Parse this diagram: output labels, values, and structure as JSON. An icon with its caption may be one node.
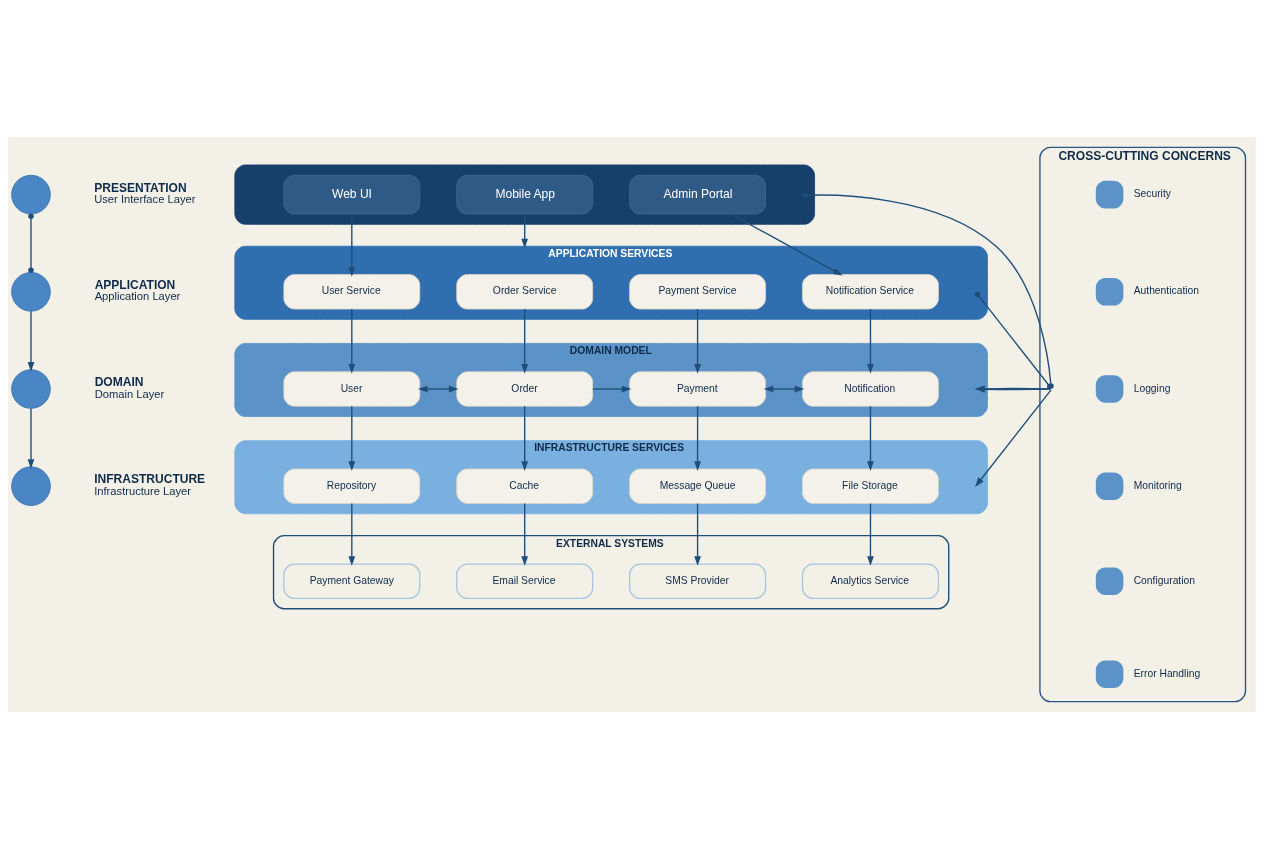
{
  "diagram": {
    "nodes": [
      {
        "text": [],
        "shape": "circle",
        "beside": [
          "PRESENTATION",
          "User Interface Layer"
        ]
      },
      {
        "text": [],
        "shape": "circle",
        "beside": [
          "APPLICATION",
          "Application Layer"
        ]
      },
      {
        "text": [],
        "shape": "circle",
        "beside": [
          "DOMAIN",
          "Domain Layer"
        ]
      },
      {
        "text": [],
        "shape": "circle",
        "beside": [
          "INFRASTRUCTURE",
          "Infrastructure Layer"
        ]
      },
      {
        "text": [],
        "shape": "box"
      },
      {
        "text": [
          "Web UI"
        ],
        "in": 4
      },
      {
        "text": [
          "Mobile App"
        ],
        "in": 4
      },
      {
        "text": [
          "Admin Portal"
        ],
        "in": 4
      },
      {
        "text": [
          "APPLICATION SERVICES"
        ]
      },
      {
        "text": [
          "User Service"
        ],
        "in": 8
      },
      {
        "text": [
          "Order Service"
        ],
        "in": 8
      },
      {
        "text": [
          "Payment Service"
        ],
        "in": 8
      },
      {
        "text": [
          "Notification Service"
        ],
        "in": 8
      },
      {
        "text": [
          "DOMAIN MODEL"
        ]
      },
      {
        "text": [
          "User"
        ],
        "in": 13
      },
      {
        "text": [
          "Order"
        ],
        "in": 13
      },
      {
        "text": [
          "Payment"
        ],
        "in": 13
      },
      {
        "text": [
          "Notification"
        ],
        "in": 13
      },
      {
        "text": [
          "INFRASTRUCTURE SERVICES"
        ]
      },
      {
        "text": [
          "Repository"
        ],
        "in": 18
      },
      {
        "text": [
          "Cache"
        ],
        "in": 18
      },
      {
        "text": [
          "Message Queue"
        ],
        "in": 18
      },
      {
        "text": [
          "File Storage"
        ],
        "in": 18
      },
      {
        "text": [
          "EXTERNAL SYSTEMS"
        ]
      },
      {
        "text": [
          "Payment Gateway"
        ],
        "in": 23
      },
      {
        "text": [
          "Email Service"
        ],
        "in": 23
      },
      {
        "text": [
          "SMS Provider"
        ],
        "in": 23
      },
      {
        "text": [
          "Analytics Service"
        ],
        "in": 23
      },
      {
        "text": [
          "CROSS-CUTTING CONCERNS"
        ]
      },
      {
        "text": [
          "Security"
        ],
        "in": 28
      },
      {
        "text": [
          "Authentication"
        ],
        "in": 28
      },
      {
        "text": [
          "Logging"
        ],
        "in": 28
      },
      {
        "text": [
          "Monitoring"
        ],
        "in": 28
      },
      {
        "text": [
          "Configuration"
        ],
        "in": 28
      },
      {
        "text": [
          "Error Handling"
        ],
        "in": 28
      }
    ],
    "edges": [
      {
        "from": 0,
        "to": 1,
        "arrow": "other"
      },
      {
        "from": 1,
        "to": 2,
        "arrow": "to"
      },
      {
        "from": 2,
        "to": 3,
        "arrow": "to"
      },
      {
        "from": 5,
        "to": 9,
        "arrow": "to"
      },
      {
        "from": 6,
        "to": 8,
        "arrow": "to"
      },
      {
        "from": 7,
        "to": 12,
        "arrow": "to"
      },
      {
        "from": 9,
        "to": 14,
        "arrow": "to"
      },
      {
        "from": 10,
        "to": 15,
        "arrow": "to"
      },
      {
        "from": 11,
        "to": 16,
        "arrow": "to"
      },
      {
        "from": 12,
        "to": 17,
        "arrow": "to"
      },
      {
        "from": 14,
        "to": 15,
        "arrow": "both"
      },
      {
        "from": 15,
        "to": 16,
        "arrow": "to"
      },
      {
        "from": 16,
        "to": 17,
        "arrow": "both"
      },
      {
        "from": 14,
        "to": 19,
        "arrow": "to"
      },
      {
        "from": 15,
        "to": 20,
        "arrow": "to"
      },
      {
        "from": 16,
        "to": 21,
        "arrow": "to"
      },
      {
        "from": 17,
        "to": 22,
        "arrow": "to"
      },
      {
        "from": 19,
        "to": 24,
        "arrow": "to"
      },
      {
        "from": 20,
        "to": 25,
        "arrow": "to"
      },
      {
        "from": 21,
        "to": 26,
        "arrow": "to"
      },
      {
        "from": 22,
        "to": 27,
        "arrow": "to"
      },
      {
        "from": 28,
        "to": 4,
        "arrow": "other"
      },
      {
        "from": 28,
        "to": 8,
        "arrow": "other"
      },
      {
        "from": 28,
        "to": 13,
        "arrow": "to"
      },
      {
        "from": 28,
        "to": 18,
        "arrow": "to"
      }
    ]
  }
}
